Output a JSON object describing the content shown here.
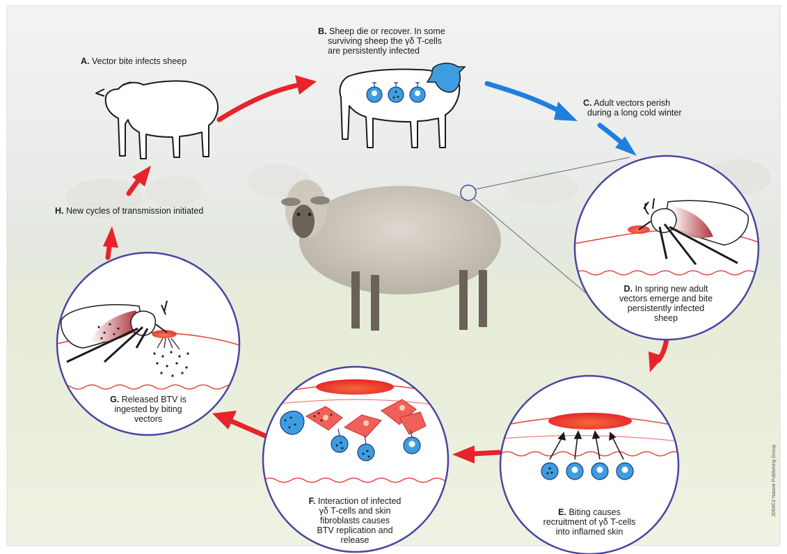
{
  "steps": {
    "a": {
      "key": "A.",
      "text": "Vector bite infects sheep"
    },
    "b": {
      "key": "B.",
      "line1": "Sheep die or recover. In some",
      "line2": "surviving sheep the γδ T-cells",
      "line3": "are persistently infected"
    },
    "c": {
      "key": "C.",
      "line1": "Adult vectors perish",
      "line2": "during a long cold winter"
    },
    "d": {
      "key": "D.",
      "line1": "In spring new adult",
      "line2": "vectors emerge and bite",
      "line3": "persistently infected",
      "line4": "sheep"
    },
    "e": {
      "key": "E.",
      "line1": "Biting causes",
      "line2": "recruitment of γδ T-cells",
      "line3": "into inflamed skin"
    },
    "f": {
      "key": "F.",
      "line1": "Interaction of infected",
      "line2": "γδ T-cells and skin",
      "line3": "fibroblasts causes",
      "line4": "BTV replication and",
      "line5": "release"
    },
    "g": {
      "key": "G.",
      "line1": "Released BTV is",
      "line2": "ingested by biting",
      "line3": "vectors"
    },
    "h": {
      "key": "H.",
      "text": "New cycles of transmission initiated"
    }
  },
  "credit": "2004©2 Nature Publishing Group",
  "colors": {
    "red_arrow": "#e8232a",
    "blue_arrow": "#1f7fe0",
    "circle_border": "#4a44a0",
    "cell_blue": "#3d9de0",
    "skin_red": "#e8453a"
  },
  "icons": [
    "sheep-outline-icon",
    "infected-sheep-icon",
    "vector-midge-icon",
    "t-cell-icon",
    "fibroblast-icon"
  ]
}
